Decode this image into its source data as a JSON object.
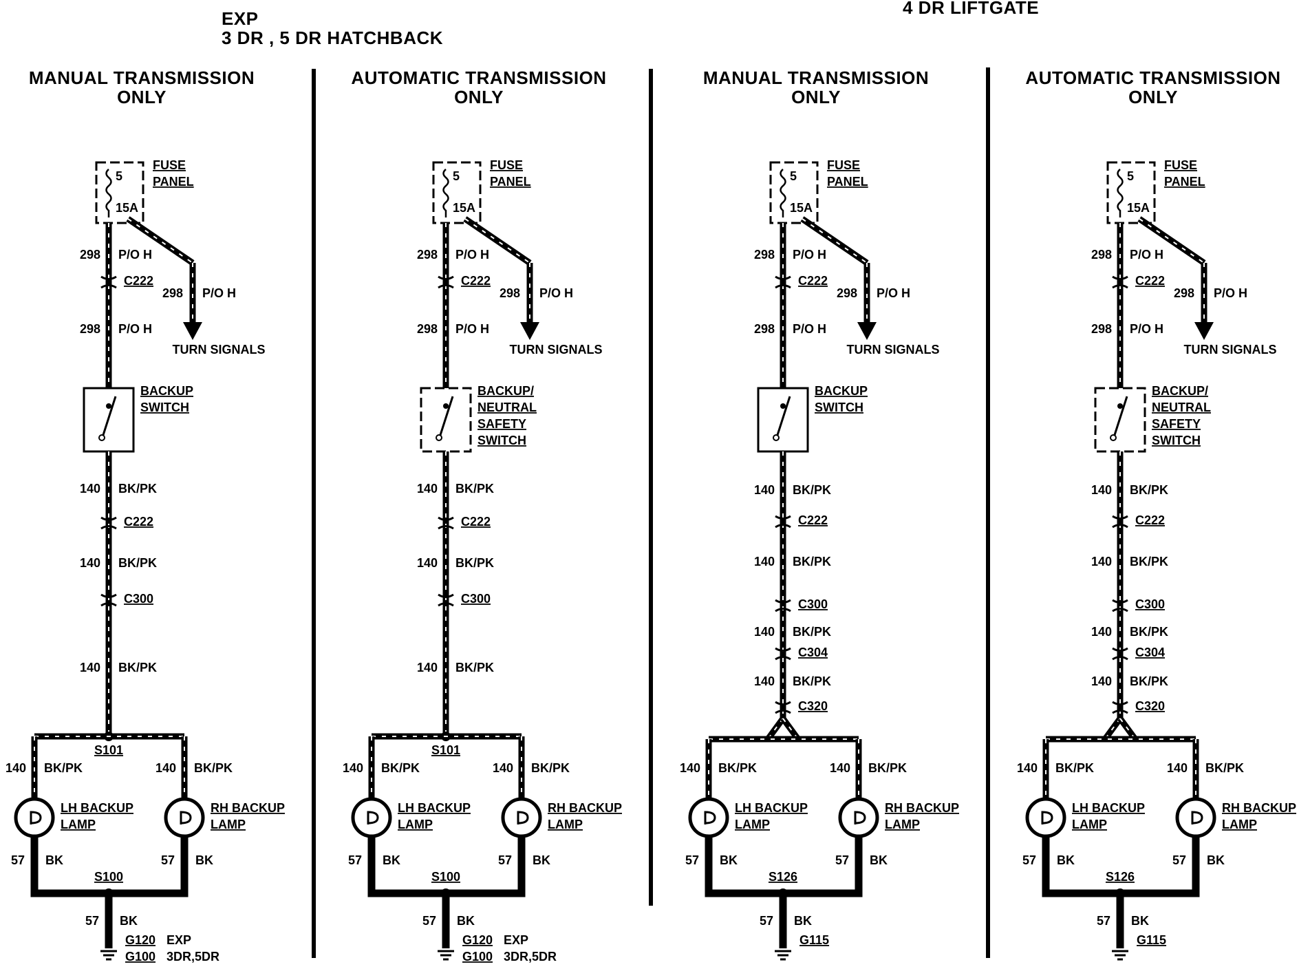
{
  "header": {
    "left_line1": "EXP",
    "left_line2": "3 DR , 5 DR HATCHBACK",
    "right": "4 DR LIFTGATE"
  },
  "panels": [
    {
      "title1": "MANUAL TRANSMISSION",
      "title2": "ONLY",
      "fuse_number": "5",
      "fuse_rating": "15A",
      "fuse_label1": "FUSE",
      "fuse_label2": "PANEL",
      "wire_top1_num": "298",
      "wire_top1_color": "P/O H",
      "connector_top": "C222",
      "wire_top2_num": "298",
      "wire_top2_color": "P/O H",
      "branch_num": "298",
      "branch_color": "P/O H",
      "turn_signals": "TURN SIGNALS",
      "switch_lines": [
        "BACKUP",
        "SWITCH"
      ],
      "down_wires": [
        {
          "num": "140",
          "color": "BK/PK"
        },
        {
          "num": "140",
          "color": "BK/PK"
        },
        {
          "num": "140",
          "color": "BK/PK"
        }
      ],
      "down_connectors": [
        "C222",
        "C300"
      ],
      "splice_top": "S101",
      "lh_wire_num": "140",
      "lh_wire_color": "BK/PK",
      "rh_wire_num": "140",
      "rh_wire_color": "BK/PK",
      "lh_lamp1": "LH BACKUP",
      "lh_lamp2": "LAMP",
      "rh_lamp1": "RH BACKUP",
      "rh_lamp2": "LAMP",
      "lh_gnd_num": "57",
      "lh_gnd_color": "BK",
      "rh_gnd_num": "57",
      "rh_gnd_color": "BK",
      "splice_bottom": "S100",
      "ground_num": "57",
      "ground_color": "BK",
      "ground_lines": [
        {
          "code": "G120",
          "note": "EXP"
        },
        {
          "code": "G100",
          "note": "3DR,5DR"
        }
      ]
    },
    {
      "title1": "AUTOMATIC TRANSMISSION",
      "title2": "ONLY",
      "fuse_number": "5",
      "fuse_rating": "15A",
      "fuse_label1": "FUSE",
      "fuse_label2": "PANEL",
      "wire_top1_num": "298",
      "wire_top1_color": "P/O H",
      "connector_top": "C222",
      "wire_top2_num": "298",
      "wire_top2_color": "P/O H",
      "branch_num": "298",
      "branch_color": "P/O H",
      "turn_signals": "TURN SIGNALS",
      "switch_lines": [
        "BACKUP/",
        "NEUTRAL",
        "SAFETY",
        "SWITCH"
      ],
      "down_wires": [
        {
          "num": "140",
          "color": "BK/PK"
        },
        {
          "num": "140",
          "color": "BK/PK"
        },
        {
          "num": "140",
          "color": "BK/PK"
        }
      ],
      "down_connectors": [
        "C222",
        "C300"
      ],
      "splice_top": "S101",
      "lh_wire_num": "140",
      "lh_wire_color": "BK/PK",
      "rh_wire_num": "140",
      "rh_wire_color": "BK/PK",
      "lh_lamp1": "LH BACKUP",
      "lh_lamp2": "LAMP",
      "rh_lamp1": "RH BACKUP",
      "rh_lamp2": "LAMP",
      "lh_gnd_num": "57",
      "lh_gnd_color": "BK",
      "rh_gnd_num": "57",
      "rh_gnd_color": "BK",
      "splice_bottom": "S100",
      "ground_num": "57",
      "ground_color": "BK",
      "ground_lines": [
        {
          "code": "G120",
          "note": "EXP"
        },
        {
          "code": "G100",
          "note": "3DR,5DR"
        }
      ]
    },
    {
      "title1": "MANUAL TRANSMISSION",
      "title2": "ONLY",
      "fuse_number": "5",
      "fuse_rating": "15A",
      "fuse_label1": "FUSE",
      "fuse_label2": "PANEL",
      "wire_top1_num": "298",
      "wire_top1_color": "P/O H",
      "connector_top": "C222",
      "wire_top2_num": "298",
      "wire_top2_color": "P/O H",
      "branch_num": "298",
      "branch_color": "P/O H",
      "turn_signals": "TURN SIGNALS",
      "switch_lines": [
        "BACKUP",
        "SWITCH"
      ],
      "down_wires": [
        {
          "num": "140",
          "color": "BK/PK"
        },
        {
          "num": "140",
          "color": "BK/PK"
        },
        {
          "num": "140",
          "color": "BK/PK"
        },
        {
          "num": "140",
          "color": "BK/PK"
        }
      ],
      "down_connectors": [
        "C222",
        "C300",
        "C304",
        "C320"
      ],
      "splice_top": "",
      "lh_wire_num": "140",
      "lh_wire_color": "BK/PK",
      "rh_wire_num": "140",
      "rh_wire_color": "BK/PK",
      "lh_lamp1": "LH BACKUP",
      "lh_lamp2": "LAMP",
      "rh_lamp1": "RH BACKUP",
      "rh_lamp2": "LAMP",
      "lh_gnd_num": "57",
      "lh_gnd_color": "BK",
      "rh_gnd_num": "57",
      "rh_gnd_color": "BK",
      "splice_bottom": "S126",
      "ground_num": "57",
      "ground_color": "BK",
      "ground_lines": [
        {
          "code": "G115",
          "note": ""
        }
      ]
    },
    {
      "title1": "AUTOMATIC TRANSMISSION",
      "title2": "ONLY",
      "fuse_number": "5",
      "fuse_rating": "15A",
      "fuse_label1": "FUSE",
      "fuse_label2": "PANEL",
      "wire_top1_num": "298",
      "wire_top1_color": "P/O H",
      "connector_top": "C222",
      "wire_top2_num": "298",
      "wire_top2_color": "P/O H",
      "branch_num": "298",
      "branch_color": "P/O H",
      "turn_signals": "TURN SIGNALS",
      "switch_lines": [
        "BACKUP/",
        "NEUTRAL",
        "SAFETY",
        "SWITCH"
      ],
      "down_wires": [
        {
          "num": "140",
          "color": "BK/PK"
        },
        {
          "num": "140",
          "color": "BK/PK"
        },
        {
          "num": "140",
          "color": "BK/PK"
        },
        {
          "num": "140",
          "color": "BK/PK"
        }
      ],
      "down_connectors": [
        "C222",
        "C300",
        "C304",
        "C320"
      ],
      "splice_top": "",
      "lh_wire_num": "140",
      "lh_wire_color": "BK/PK",
      "rh_wire_num": "140",
      "rh_wire_color": "BK/PK",
      "lh_lamp1": "LH BACKUP",
      "lh_lamp2": "LAMP",
      "rh_lamp1": "RH BACKUP",
      "rh_lamp2": "LAMP",
      "lh_gnd_num": "57",
      "lh_gnd_color": "BK",
      "rh_gnd_num": "57",
      "rh_gnd_color": "BK",
      "splice_bottom": "S126",
      "ground_num": "57",
      "ground_color": "BK",
      "ground_lines": [
        {
          "code": "G115",
          "note": ""
        }
      ]
    }
  ]
}
